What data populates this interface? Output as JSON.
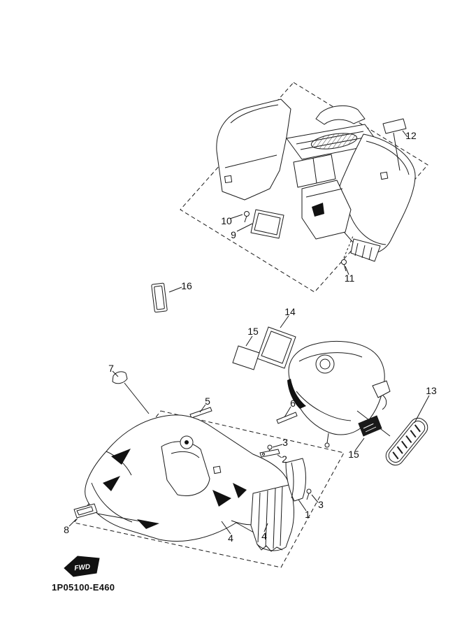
{
  "diagram": {
    "code": "1P05100-E460",
    "fwd_label": "FWD"
  },
  "callouts": [
    {
      "label": "12"
    },
    {
      "label": "10"
    },
    {
      "label": "9"
    },
    {
      "label": "11"
    },
    {
      "label": "16"
    },
    {
      "label": "14"
    },
    {
      "label": "15"
    },
    {
      "label": "7"
    },
    {
      "label": "5"
    },
    {
      "label": "6"
    },
    {
      "label": "13"
    },
    {
      "label": "3"
    },
    {
      "label": "2"
    },
    {
      "label": "15"
    },
    {
      "label": "1"
    },
    {
      "label": "3"
    },
    {
      "label": "4"
    },
    {
      "label": "4"
    },
    {
      "label": "8"
    }
  ]
}
